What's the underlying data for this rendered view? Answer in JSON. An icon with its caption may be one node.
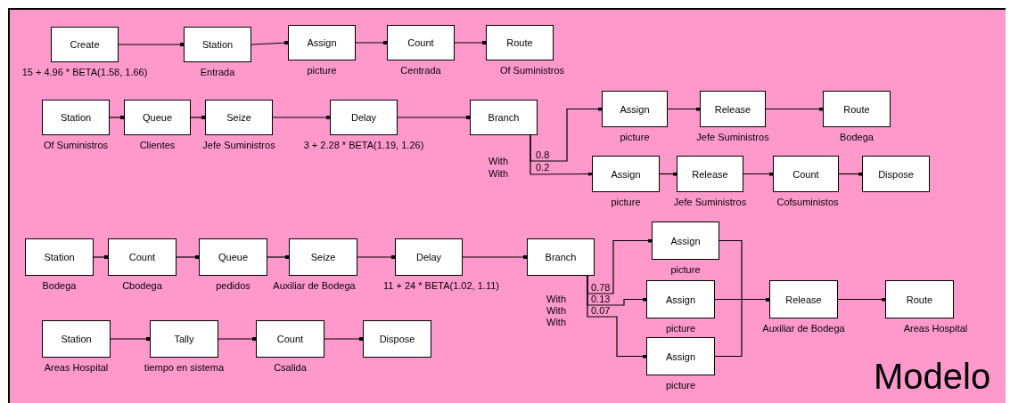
{
  "diagram": {
    "nodes": [
      {
        "text": [
          "Create"
        ],
        "beside": [
          "15 + 4.96 * BETA(1.58, 1.66)"
        ]
      },
      {
        "text": [
          "Station"
        ],
        "beside": [
          "Entrada"
        ]
      },
      {
        "text": [
          "Assign"
        ],
        "beside": [
          "picture"
        ]
      },
      {
        "text": [
          "Count"
        ],
        "beside": [
          "Centrada"
        ]
      },
      {
        "text": [
          "Route"
        ],
        "beside": [
          "Of Suministros"
        ]
      },
      {
        "text": [
          "Station"
        ],
        "beside": [
          "Of Suministros"
        ]
      },
      {
        "text": [
          "Queue"
        ],
        "beside": [
          "Clientes"
        ]
      },
      {
        "text": [
          "Seize"
        ],
        "beside": [
          "Jefe Suministros"
        ]
      },
      {
        "text": [
          "Delay"
        ],
        "beside": [
          "3 + 2.28 * BETA(1.19, 1.26)"
        ]
      },
      {
        "text": [
          "Branch"
        ]
      },
      {
        "text": [
          "Assign"
        ],
        "beside": [
          "picture"
        ]
      },
      {
        "text": [
          "Release"
        ],
        "beside": [
          "Jefe Suministros"
        ]
      },
      {
        "text": [
          "Route"
        ],
        "beside": [
          "Bodega"
        ]
      },
      {
        "text": [
          "Assign"
        ],
        "beside": [
          "picture"
        ]
      },
      {
        "text": [
          "Release"
        ],
        "beside": [
          "Jefe Suministros"
        ]
      },
      {
        "text": [
          "Count"
        ],
        "beside": [
          "Cofsuministos"
        ]
      },
      {
        "text": [
          "Dispose"
        ]
      },
      {
        "text": [
          "Station"
        ],
        "beside": [
          "Bodega"
        ]
      },
      {
        "text": [
          "Count"
        ],
        "beside": [
          "Cbodega"
        ]
      },
      {
        "text": [
          "Queue"
        ],
        "beside": [
          "pedidos"
        ]
      },
      {
        "text": [
          "Seize"
        ],
        "beside": [
          "Auxiliar de Bodega"
        ]
      },
      {
        "text": [
          "Delay"
        ],
        "beside": [
          "11 + 24 * BETA(1.02, 1.11)"
        ]
      },
      {
        "text": [
          "Branch"
        ]
      },
      {
        "text": [
          "Assign"
        ],
        "beside": [
          "picture"
        ]
      },
      {
        "text": [
          "Assign"
        ],
        "beside": [
          "picture"
        ]
      },
      {
        "text": [
          "Assign"
        ],
        "beside": [
          "picture"
        ]
      },
      {
        "text": [
          "Release"
        ],
        "beside": [
          "Auxiliar de Bodega"
        ]
      },
      {
        "text": [
          "Route"
        ],
        "beside": [
          "Areas Hospital"
        ]
      },
      {
        "text": [
          "Station"
        ],
        "beside": [
          "Areas Hospital"
        ]
      },
      {
        "text": [
          "Tally"
        ],
        "beside": [
          "tiempo en sistema"
        ]
      },
      {
        "text": [
          "Count"
        ],
        "beside": [
          "Csalida"
        ]
      },
      {
        "text": [
          "Dispose"
        ]
      }
    ],
    "edges": [
      {
        "from": 0,
        "to": 1,
        "arrow": "other"
      },
      {
        "from": 1,
        "to": 2,
        "arrow": "other"
      },
      {
        "from": 2,
        "to": 3,
        "arrow": "other"
      },
      {
        "from": 3,
        "to": 4,
        "arrow": "other"
      },
      {
        "from": 5,
        "to": 6,
        "arrow": "other"
      },
      {
        "from": 6,
        "to": 7,
        "arrow": "other"
      },
      {
        "from": 7,
        "to": 8,
        "arrow": "other"
      },
      {
        "from": 8,
        "to": 9,
        "arrow": "other"
      },
      {
        "from": 9,
        "to": 10,
        "arrow": "other",
        "label": "0.8"
      },
      {
        "from": 9,
        "to": 13,
        "arrow": "other",
        "label": "0.2"
      },
      {
        "from": 10,
        "to": 11,
        "arrow": "other"
      },
      {
        "from": 11,
        "to": 12,
        "arrow": "other"
      },
      {
        "from": 13,
        "to": 14,
        "arrow": "other"
      },
      {
        "from": 14,
        "to": 15,
        "arrow": "other"
      },
      {
        "from": 15,
        "to": 16,
        "arrow": "other"
      },
      {
        "from": 17,
        "to": 18,
        "arrow": "other"
      },
      {
        "from": 18,
        "to": 19,
        "arrow": "other"
      },
      {
        "from": 19,
        "to": 20,
        "arrow": "other"
      },
      {
        "from": 20,
        "to": 21,
        "arrow": "other"
      },
      {
        "from": 21,
        "to": 22,
        "arrow": "other"
      },
      {
        "from": 22,
        "to": 23,
        "arrow": "other",
        "label": "0.78"
      },
      {
        "from": 22,
        "to": 24,
        "arrow": "other",
        "label": "0.13"
      },
      {
        "from": 22,
        "to": 25,
        "arrow": "other",
        "label": "0.07"
      },
      {
        "from": 23,
        "to": 26,
        "arrow": "other"
      },
      {
        "from": 24,
        "to": 26,
        "arrow": "other"
      },
      {
        "from": 25,
        "to": 26,
        "arrow": "other"
      },
      {
        "from": 26,
        "to": 27,
        "arrow": "other"
      },
      {
        "from": 28,
        "to": 29,
        "arrow": "other"
      },
      {
        "from": 29,
        "to": 30,
        "arrow": "other"
      },
      {
        "from": 30,
        "to": 31,
        "arrow": "other"
      }
    ],
    "labels": [
      "With",
      "With",
      "With",
      "With",
      "With",
      "Modelo"
    ]
  }
}
